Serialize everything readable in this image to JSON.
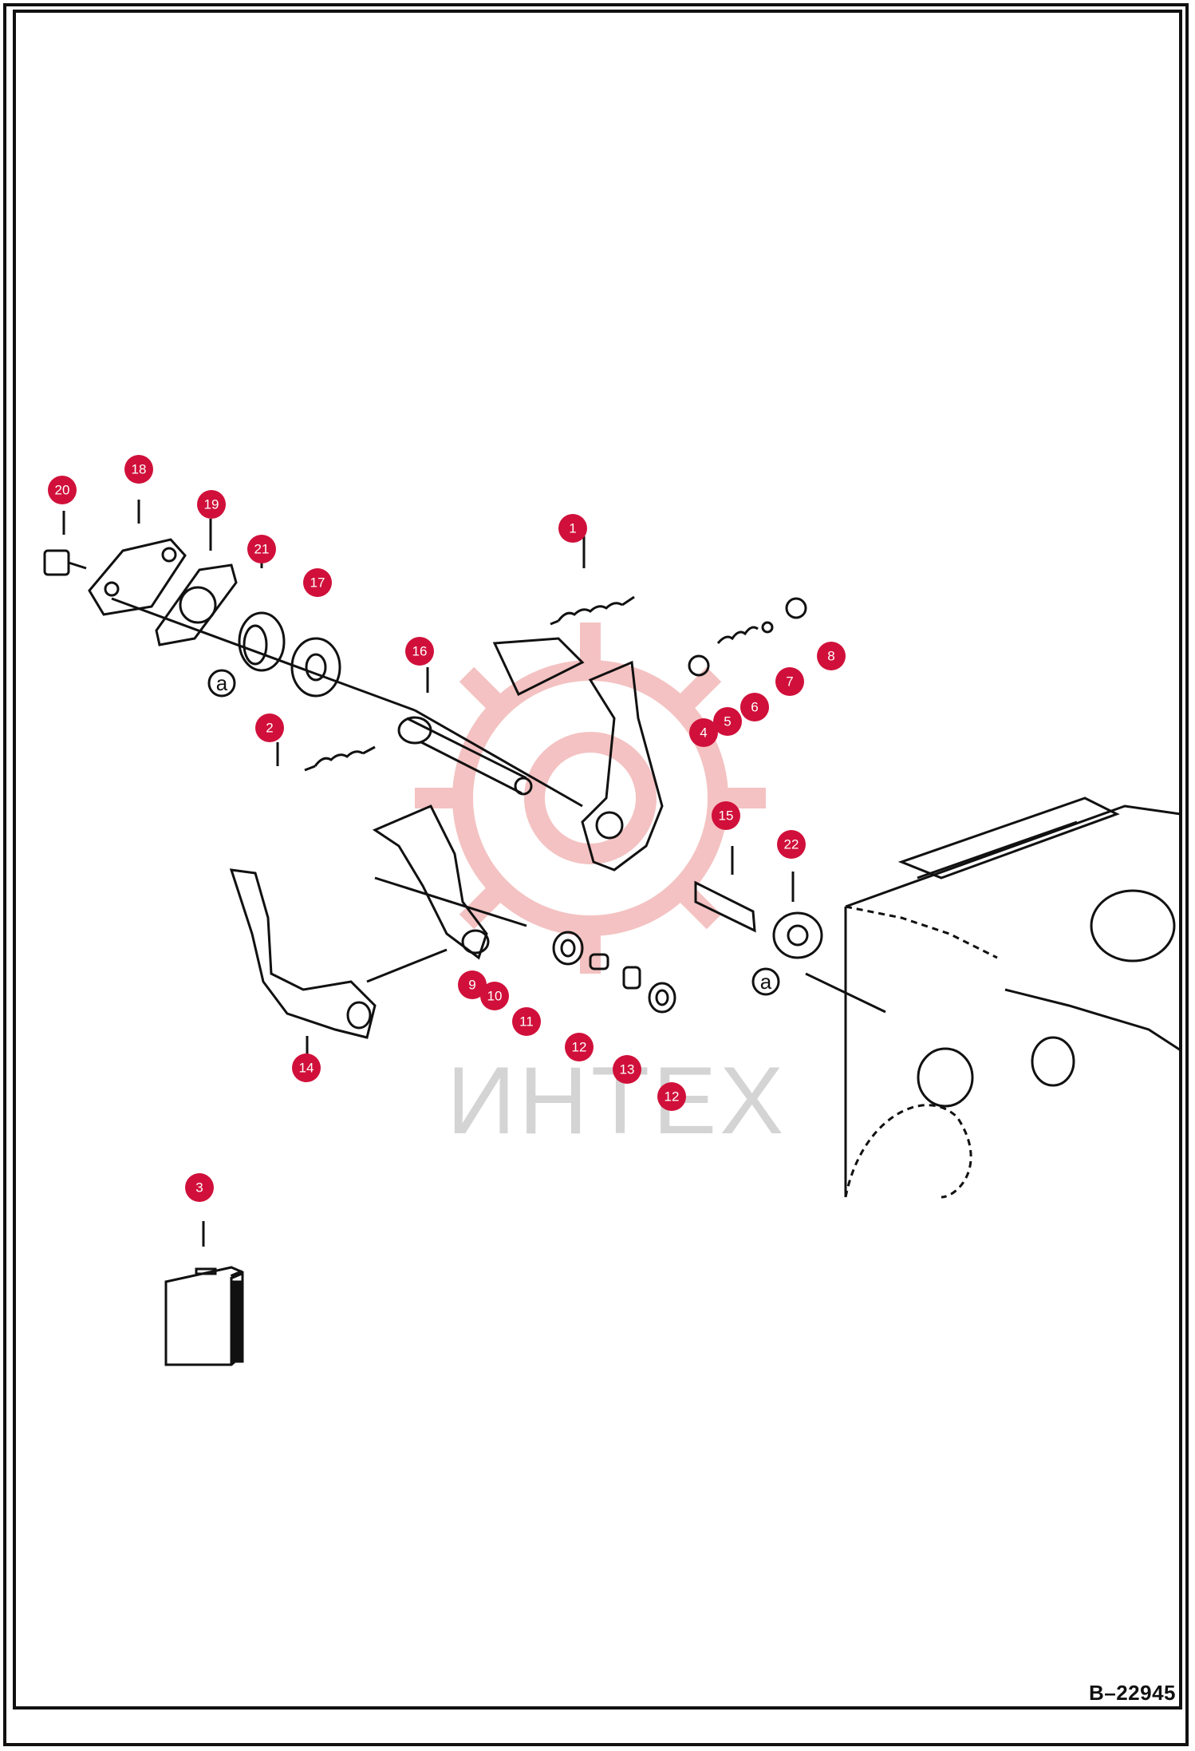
{
  "document": {
    "drawing_number": "B–22945",
    "watermark": "ИНТЕХ"
  },
  "reference_marks": [
    "a",
    "a"
  ],
  "callouts": [
    "20",
    "18",
    "19",
    "21",
    "17",
    "1",
    "16",
    "8",
    "7",
    "6",
    "5",
    "4",
    "2",
    "15",
    "22",
    "9",
    "10",
    "11",
    "12",
    "13",
    "12",
    "14",
    "3"
  ],
  "colors": {
    "callout": "#d0103a",
    "line": "#111111",
    "watermark_gear": "#f3b8b8"
  }
}
